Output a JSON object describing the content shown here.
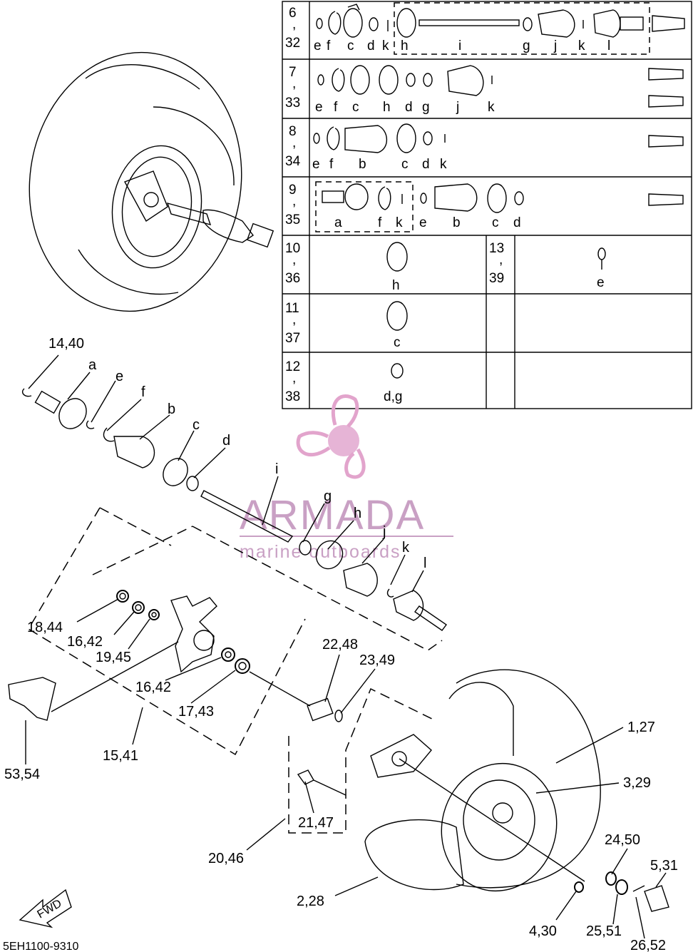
{
  "diagram_code": "5EH1100-9310",
  "fwd_arrow_label": "FWD",
  "watermark": {
    "brand": "ARMADA",
    "tagline": "marine outboards"
  },
  "table": [
    {
      "row_labels": [
        "6",
        ",",
        "32"
      ],
      "letters": [
        "e",
        "f",
        "c",
        "d",
        "k",
        "h",
        "i",
        "g",
        "j",
        "k",
        "l"
      ]
    },
    {
      "row_labels": [
        "7",
        ",",
        "33"
      ],
      "letters": [
        "e",
        "f",
        "c",
        "h",
        "d",
        "g",
        "j",
        "k"
      ]
    },
    {
      "row_labels": [
        "8",
        ",",
        "34"
      ],
      "letters": [
        "e",
        "f",
        "b",
        "c",
        "d",
        "k"
      ]
    },
    {
      "row_labels": [
        "9",
        ",",
        "35"
      ],
      "letters": [
        "a",
        "f",
        "k",
        "e",
        "b",
        "c",
        "d"
      ]
    },
    {
      "row_labels": [
        "10",
        ",",
        "36"
      ],
      "letters": [
        "h"
      ],
      "row_labels_b": [
        "13",
        ",",
        "39"
      ],
      "letters_b": [
        "e"
      ]
    },
    {
      "row_labels": [
        "11",
        ",",
        "37"
      ],
      "letters": [
        "c"
      ]
    },
    {
      "row_labels": [
        "12",
        ",",
        "38"
      ],
      "letters": [
        "d,g"
      ]
    }
  ],
  "callouts": {
    "p14_40": "14,40",
    "a": "a",
    "e": "e",
    "f": "f",
    "b": "b",
    "c": "c",
    "d": "d",
    "i": "i",
    "g": "g",
    "h": "h",
    "j": "j",
    "k": "k",
    "l": "l",
    "p18_44": "18,44",
    "p16_42a": "16,42",
    "p19_45": "19,45",
    "p16_42b": "16,42",
    "p17_43": "17,43",
    "p15_41": "15,41",
    "p53_54": "53,54",
    "p22_48": "22,48",
    "p23_49": "23,49",
    "p1_27": "1,27",
    "p3_29": "3,29",
    "p21_47": "21,47",
    "p20_46": "20,46",
    "p24_50": "24,50",
    "p5_31": "5,31",
    "p2_28": "2,28",
    "p4_30": "4,30",
    "p25_51": "25,51",
    "p26_52": "26,52"
  }
}
